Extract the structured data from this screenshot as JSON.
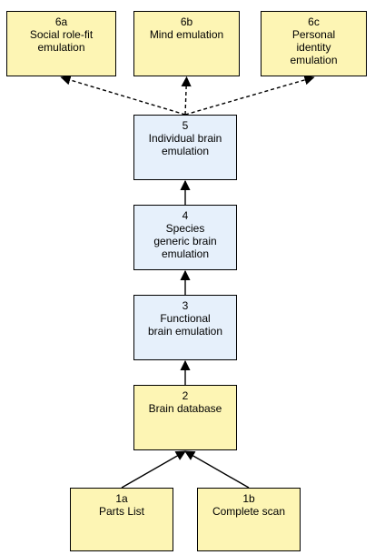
{
  "colors": {
    "level_fill": "#fdf5b4",
    "emulation_fill": "#e6f0fb",
    "line": "#000000"
  },
  "nodes": [
    {
      "id": "n6a",
      "number": "6a",
      "lines": [
        "Social role-fit",
        "emulation"
      ]
    },
    {
      "id": "n6b",
      "number": "6b",
      "lines": [
        "Mind emulation"
      ]
    },
    {
      "id": "n6c",
      "number": "6c",
      "lines": [
        "Personal",
        "identity",
        "emulation"
      ]
    },
    {
      "id": "n5",
      "number": "5",
      "lines": [
        "Individual brain",
        "emulation"
      ]
    },
    {
      "id": "n4",
      "number": "4",
      "lines": [
        "Species",
        "generic brain",
        "emulation"
      ]
    },
    {
      "id": "n3",
      "number": "3",
      "lines": [
        "Functional",
        "brain emulation"
      ]
    },
    {
      "id": "n2",
      "number": "2",
      "lines": [
        "Brain database"
      ]
    },
    {
      "id": "n1a",
      "number": "1a",
      "lines": [
        "Parts List"
      ]
    },
    {
      "id": "n1b",
      "number": "1b",
      "lines": [
        "Complete scan"
      ]
    }
  ],
  "edges": [
    {
      "from": "n1a",
      "to": "n2",
      "style": "solid"
    },
    {
      "from": "n1b",
      "to": "n2",
      "style": "solid"
    },
    {
      "from": "n2",
      "to": "n3",
      "style": "solid"
    },
    {
      "from": "n3",
      "to": "n4",
      "style": "solid"
    },
    {
      "from": "n4",
      "to": "n5",
      "style": "solid"
    },
    {
      "from": "n5",
      "to": "n6a",
      "style": "dashed"
    },
    {
      "from": "n5",
      "to": "n6b",
      "style": "dashed"
    },
    {
      "from": "n5",
      "to": "n6c",
      "style": "dashed"
    }
  ]
}
